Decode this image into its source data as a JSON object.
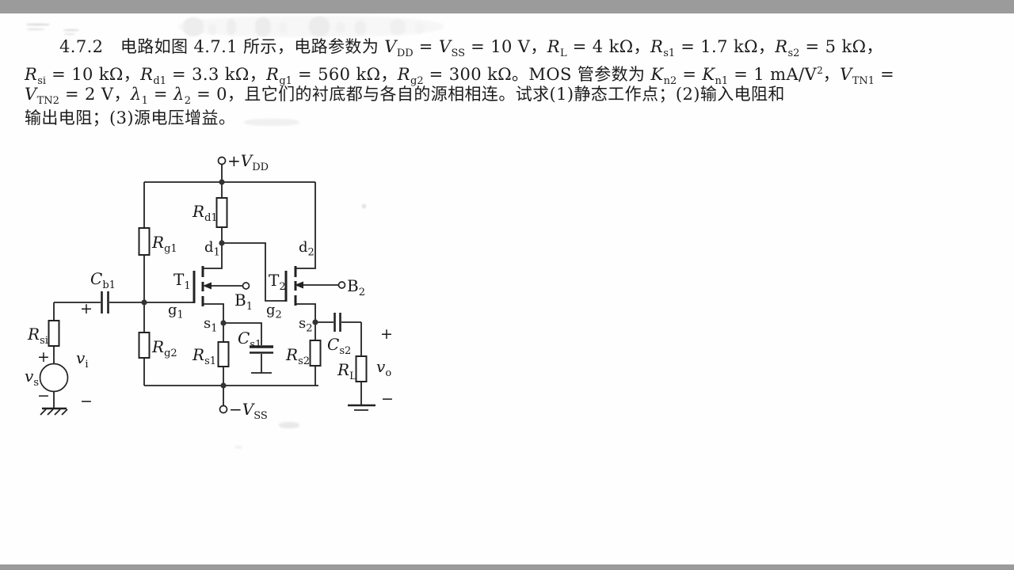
{
  "page": {
    "top_bar_color": "#9b9b9b",
    "bottom_bar_color": "#9b9b9b",
    "background": "#fefefe"
  },
  "problem": {
    "number": "4.7.2",
    "lines": [
      [
        {
          "t": "4.7.2",
          "s": "n"
        },
        {
          "t": "　电路如图 4.7.1 所示，电路参数为 ",
          "s": "n"
        },
        {
          "t": "V",
          "s": "i"
        },
        {
          "t": "DD",
          "s": "sub"
        },
        {
          "t": " = ",
          "s": "n"
        },
        {
          "t": "V",
          "s": "i"
        },
        {
          "t": "SS",
          "s": "sub"
        },
        {
          "t": " = 10 V，",
          "s": "n"
        },
        {
          "t": "R",
          "s": "i"
        },
        {
          "t": "L",
          "s": "sub"
        },
        {
          "t": " = 4 kΩ，",
          "s": "n"
        },
        {
          "t": "R",
          "s": "i"
        },
        {
          "t": "s1",
          "s": "sub"
        },
        {
          "t": " = 1.7 kΩ，",
          "s": "n"
        },
        {
          "t": "R",
          "s": "i"
        },
        {
          "t": "s2",
          "s": "sub"
        },
        {
          "t": " = 5 kΩ，",
          "s": "n"
        }
      ],
      [
        {
          "t": "R",
          "s": "i"
        },
        {
          "t": "si",
          "s": "sub"
        },
        {
          "t": " = 10 kΩ，",
          "s": "n"
        },
        {
          "t": "R",
          "s": "i"
        },
        {
          "t": "d1",
          "s": "sub"
        },
        {
          "t": " = 3.3 kΩ，",
          "s": "n"
        },
        {
          "t": "R",
          "s": "i"
        },
        {
          "t": "g1",
          "s": "sub"
        },
        {
          "t": " = 560 kΩ，",
          "s": "n"
        },
        {
          "t": "R",
          "s": "i"
        },
        {
          "t": "g2",
          "s": "sub"
        },
        {
          "t": " = 300 kΩ。MOS 管参数为 ",
          "s": "n"
        },
        {
          "t": "K",
          "s": "i"
        },
        {
          "t": "n2",
          "s": "sub"
        },
        {
          "t": " = ",
          "s": "n"
        },
        {
          "t": "K",
          "s": "i"
        },
        {
          "t": "n1",
          "s": "sub"
        },
        {
          "t": " = 1 mA/V",
          "s": "n"
        },
        {
          "t": "2",
          "s": "sup"
        },
        {
          "t": "，",
          "s": "n"
        },
        {
          "t": "V",
          "s": "i"
        },
        {
          "t": "TN1",
          "s": "sub"
        },
        {
          "t": " =",
          "s": "n"
        }
      ],
      [
        {
          "t": "V",
          "s": "i"
        },
        {
          "t": "TN2",
          "s": "sub"
        },
        {
          "t": " = 2 V，",
          "s": "n"
        },
        {
          "t": "λ",
          "s": "i"
        },
        {
          "t": "1",
          "s": "sub"
        },
        {
          "t": " = ",
          "s": "n"
        },
        {
          "t": "λ",
          "s": "i"
        },
        {
          "t": "2",
          "s": "sub"
        },
        {
          "t": " = 0，且它们的衬底都与各自的源相相连。试求(1)静态工作点；(2)输入电阻和",
          "s": "n"
        }
      ],
      [
        {
          "t": "输出电阻；(3)源电压增益。",
          "s": "n"
        }
      ]
    ]
  },
  "circuit": {
    "labels": {
      "vdd": {
        "pre": "+",
        "main": "V",
        "sub": "DD"
      },
      "vss": {
        "pre": "−",
        "main": "V",
        "sub": "SS"
      },
      "rd1": {
        "main": "R",
        "sub": "d1"
      },
      "rg1": {
        "main": "R",
        "sub": "g1"
      },
      "rg2": {
        "main": "R",
        "sub": "g2"
      },
      "rsi": {
        "main": "R",
        "sub": "si"
      },
      "rs1": {
        "main": "R",
        "sub": "s1"
      },
      "rs2": {
        "main": "R",
        "sub": "s2"
      },
      "rl": {
        "main": "R",
        "sub": "L"
      },
      "cb1": {
        "main": "C",
        "sub": "b1"
      },
      "cs1": {
        "main": "C",
        "sub": "s1"
      },
      "cs2": {
        "main": "C",
        "sub": "s2"
      },
      "t1": {
        "main": "T",
        "sub": "1",
        "it": false
      },
      "t2": {
        "main": "T",
        "sub": "2",
        "it": false
      },
      "d1": {
        "main": "d",
        "sub": "1",
        "it": false
      },
      "d2": {
        "main": "d",
        "sub": "2",
        "it": false
      },
      "g1": {
        "main": "g",
        "sub": "1",
        "it": false
      },
      "g2": {
        "main": "g",
        "sub": "2",
        "it": false
      },
      "s1": {
        "main": "s",
        "sub": "1",
        "it": false
      },
      "s2": {
        "main": "s",
        "sub": "2",
        "it": false
      },
      "b1": {
        "main": "B",
        "sub": "1",
        "it": false
      },
      "b2": {
        "main": "B",
        "sub": "2",
        "it": false
      },
      "vs": {
        "main": "v",
        "sub": "s"
      },
      "vi": {
        "main": "v",
        "sub": "i"
      },
      "vo": {
        "main": "v",
        "sub": "o"
      }
    },
    "signs": {
      "plus": "+",
      "minus": "−"
    }
  }
}
